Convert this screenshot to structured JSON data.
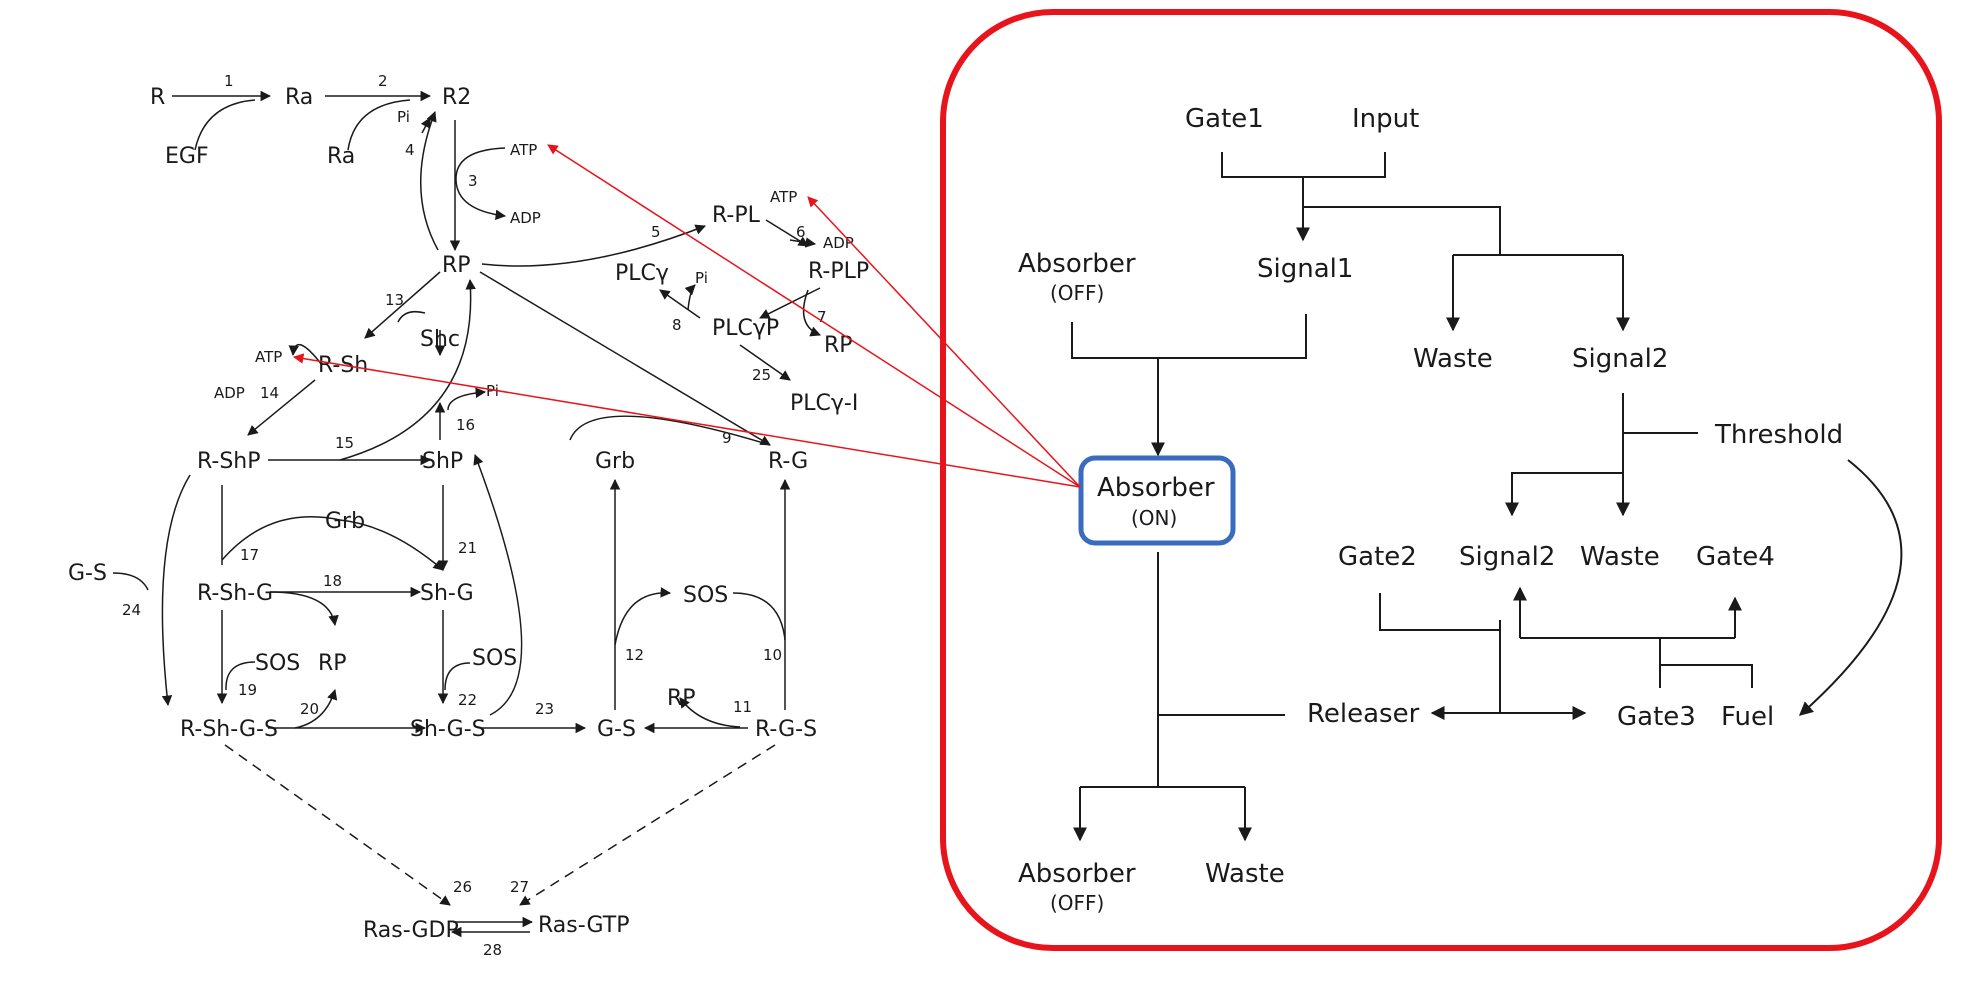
{
  "pathway": {
    "species": {
      "R": "R",
      "Ra": "Ra",
      "R2": "R2",
      "EGF": "EGF",
      "Ra_in": "Ra",
      "Pi_4": "Pi",
      "ATP_3": "ATP",
      "ADP_3": "ADP",
      "RP": "RP",
      "R_PL": "R-PL",
      "ATP_6": "ATP",
      "ADP_6": "ADP",
      "R_PLP": "R-PLP",
      "PLCg": "PLCγ",
      "Pi_8": "Pi",
      "PLCgP": "PLCγP",
      "RP_7": "RP",
      "PLCg_I": "PLCγ-I",
      "Shc": "Shc",
      "ATP_14": "ATP",
      "R_Sh": "R-Sh",
      "ADP_14": "ADP",
      "Pi_16": "Pi",
      "R_ShP": "R-ShP",
      "ShP": "ShP",
      "Grb_9": "Grb",
      "R_G": "R-G",
      "Grb_17": "Grb",
      "G_S_24": "G-S",
      "R_Sh_G": "R-Sh-G",
      "Sh_G": "Sh-G",
      "SOS_19": "SOS",
      "RP_18": "RP",
      "SOS_22": "SOS",
      "SOS_10": "SOS",
      "R_Sh_G_S": "R-Sh-G-S",
      "Sh_G_S": "Sh-G-S",
      "G_S": "G-S",
      "RP_11": "RP",
      "R_G_S": "R-G-S",
      "Ras_GDP": "Ras-GDP",
      "Ras_GTP": "Ras-GTP"
    },
    "reactions": [
      "1",
      "2",
      "3",
      "4",
      "5",
      "6",
      "7",
      "8",
      "9",
      "10",
      "11",
      "12",
      "13",
      "14",
      "15",
      "16",
      "17",
      "18",
      "19",
      "20",
      "21",
      "22",
      "23",
      "24",
      "25",
      "26",
      "27",
      "28"
    ]
  },
  "network": {
    "gate1": "Gate1",
    "input": "Input",
    "absorber_top": "Absorber",
    "absorber_top_state": "(OFF)",
    "signal1": "Signal1",
    "waste_1": "Waste",
    "signal2_top": "Signal2",
    "threshold": "Threshold",
    "absorber_on": "Absorber",
    "absorber_on_state": "(ON)",
    "gate2": "Gate2",
    "signal2_mid": "Signal2",
    "waste_2": "Waste",
    "gate4": "Gate4",
    "releaser": "Releaser",
    "gate3": "Gate3",
    "fuel": "Fuel",
    "absorber_bottom": "Absorber",
    "absorber_bottom_state": "(OFF)",
    "waste_3": "Waste"
  },
  "colors": {
    "frame_red": "#e8141c",
    "highlight_blue": "#3a6bbf",
    "link_red": "#e8141c"
  }
}
